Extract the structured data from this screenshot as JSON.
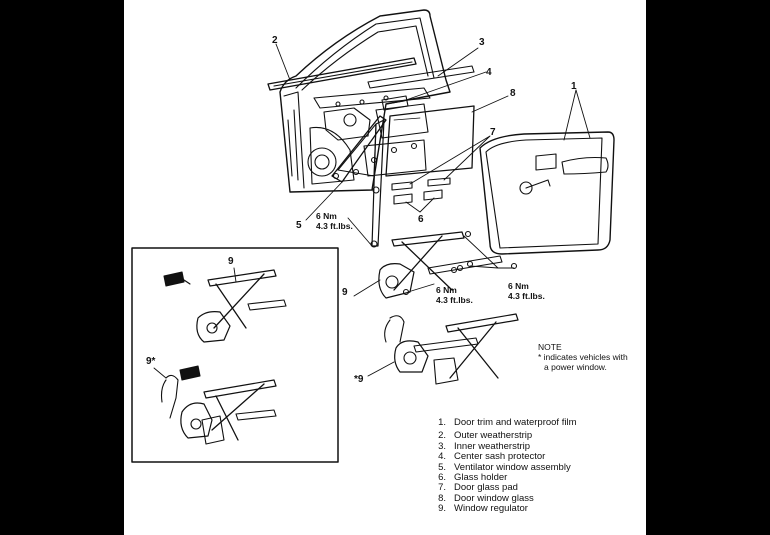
{
  "callouts": {
    "c1": "1",
    "c2": "2",
    "c3": "3",
    "c4": "4",
    "c5": "5",
    "c6": "6",
    "c7": "7",
    "c8": "8",
    "c9_top": "9",
    "c9_inset": "9",
    "c9_inset_power": "9*",
    "c9_power": "*9"
  },
  "torque": {
    "t1": {
      "nm": "6 Nm",
      "ftlb": "4.3 ft.lbs."
    },
    "t2": {
      "nm": "6 Nm",
      "ftlb": "4.3 ft.lbs."
    },
    "t3": {
      "nm": "6 Nm",
      "ftlb": "4.3 ft.lbs."
    }
  },
  "note": {
    "heading": "NOTE",
    "line1": "* indicates vehicles with",
    "line2": "a power window."
  },
  "legend": [
    {
      "num": "1.",
      "text": "Door trim and waterproof film"
    },
    {
      "num": "2.",
      "text": "Outer weatherstrip"
    },
    {
      "num": "3.",
      "text": "Inner weatherstrip"
    },
    {
      "num": "4.",
      "text": "Center sash protector"
    },
    {
      "num": "5.",
      "text": "Ventilator window assembly"
    },
    {
      "num": "6.",
      "text": "Glass holder"
    },
    {
      "num": "7.",
      "text": "Door glass pad"
    },
    {
      "num": "8.",
      "text": "Door window glass"
    },
    {
      "num": "9.",
      "text": "Window regulator"
    }
  ]
}
